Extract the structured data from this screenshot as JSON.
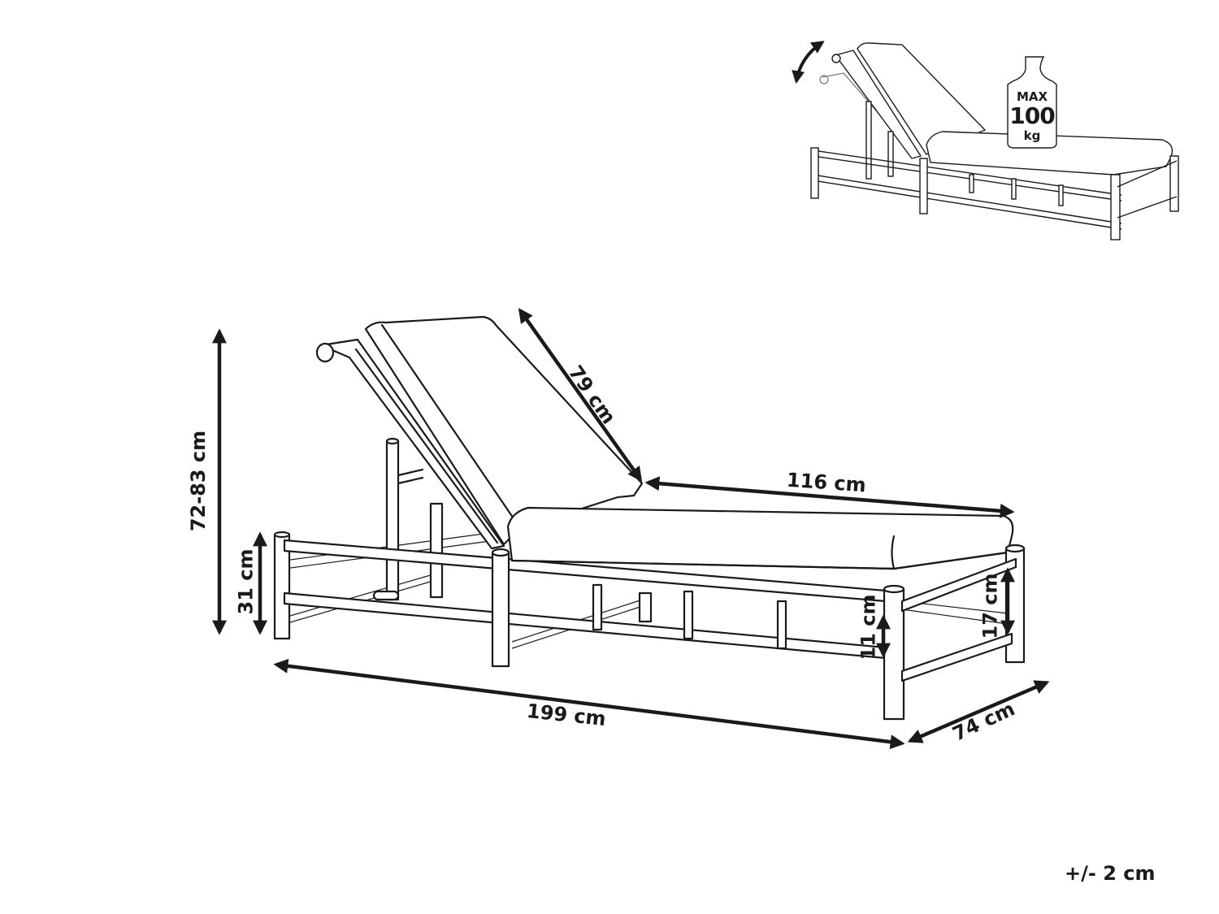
{
  "product": {
    "type": "sun lounger / chaise longue",
    "main_view": "dimensioned line drawing",
    "inset_view": "adjustable backrest with load limit"
  },
  "dimensions": {
    "total_height": "72-83 cm",
    "seat_height": "31 cm",
    "backrest_length": "79 cm",
    "seat_length": "116 cm",
    "total_length": "199 cm",
    "width": "74 cm",
    "ground_clearance": "11 cm",
    "side_rail_gap": "17 cm"
  },
  "inset": {
    "max_label": "MAX",
    "max_value": "100",
    "max_unit": "kg",
    "icon": "adjust-rotation-arrow"
  },
  "tolerance": "+/- 2 cm",
  "colors": {
    "line": "#1a1a1a",
    "background": "#ffffff"
  }
}
